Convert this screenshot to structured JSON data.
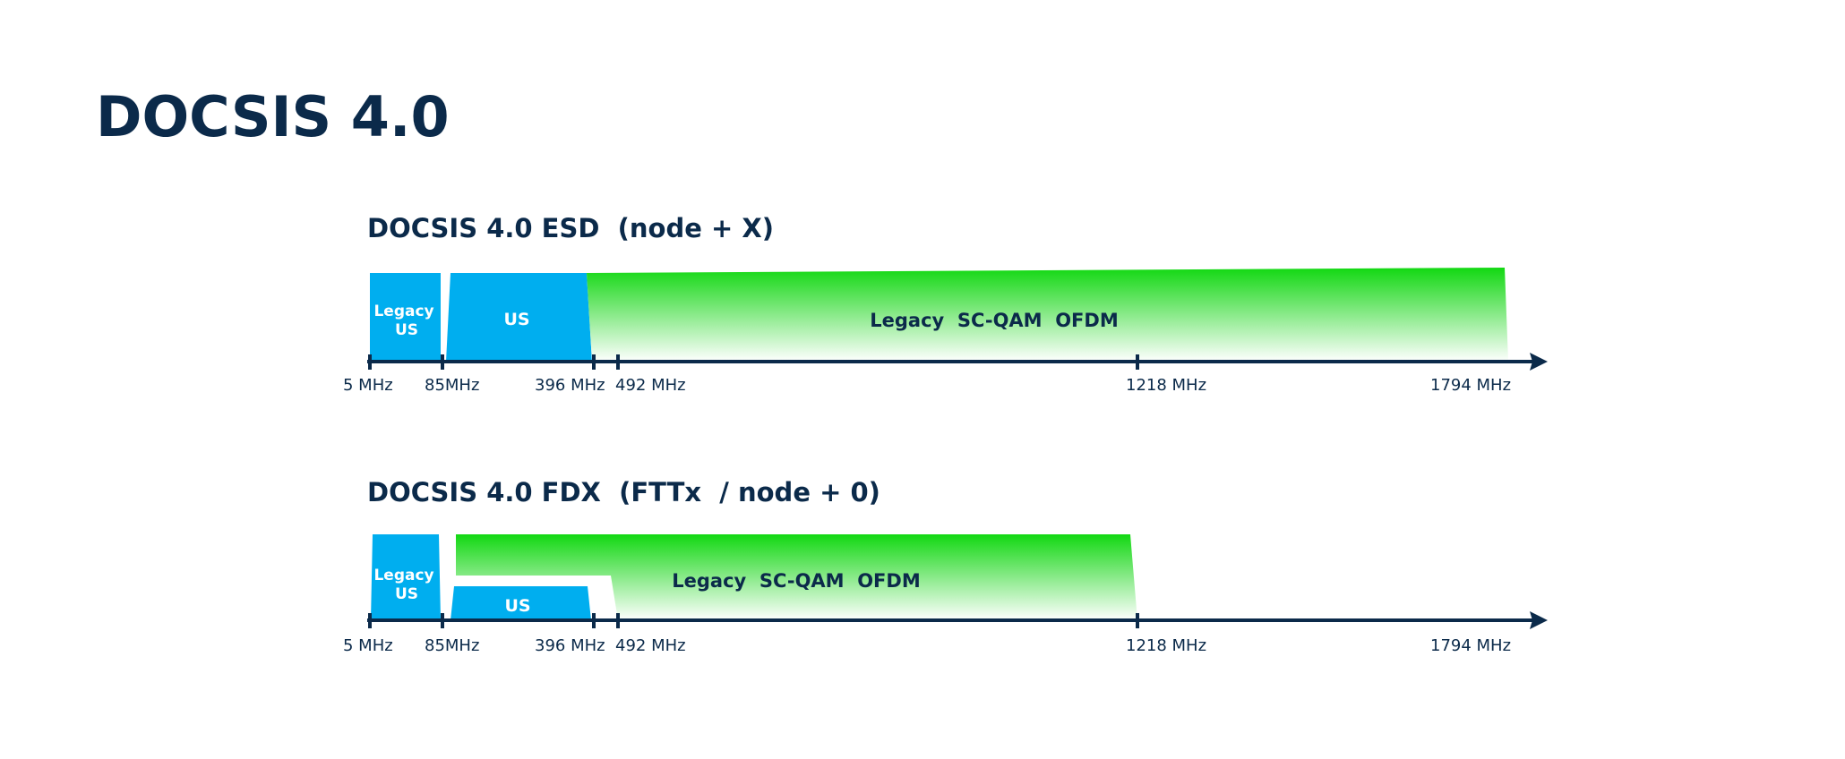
{
  "title": "DOCSIS 4.0",
  "colors": {
    "navy": "#0b2a4a",
    "upstream_blue": "#00aeef",
    "downstream_green": "#12d812",
    "white_text": "#ffffff"
  },
  "diagrams": [
    {
      "id": "esd",
      "subtitle": "DOCSIS 4.0 ESD  (node + X)",
      "bands": [
        {
          "id": "legacy-us",
          "kind": "upstream",
          "lines": [
            "Legacy",
            "US"
          ]
        },
        {
          "id": "us",
          "kind": "upstream",
          "lines": [
            "US"
          ]
        },
        {
          "id": "downstream",
          "kind": "downstream",
          "lines": [
            "Legacy  SC-QAM  OFDM"
          ]
        }
      ],
      "ticks": [
        "5 MHz",
        "85MHz",
        "396 MHz",
        "492 MHz",
        "1218 MHz",
        "1794 MHz"
      ]
    },
    {
      "id": "fdx",
      "subtitle": "DOCSIS 4.0 FDX  (FTTx  / node + 0)",
      "bands": [
        {
          "id": "legacy-us",
          "kind": "upstream",
          "lines": [
            "Legacy",
            "US"
          ]
        },
        {
          "id": "us",
          "kind": "upstream",
          "lines": [
            "US"
          ]
        },
        {
          "id": "downstream",
          "kind": "downstream",
          "lines": [
            "Legacy  SC-QAM  OFDM"
          ]
        }
      ],
      "ticks": [
        "5 MHz",
        "85MHz",
        "396 MHz",
        "492 MHz",
        "1218 MHz",
        "1794 MHz"
      ]
    }
  ]
}
